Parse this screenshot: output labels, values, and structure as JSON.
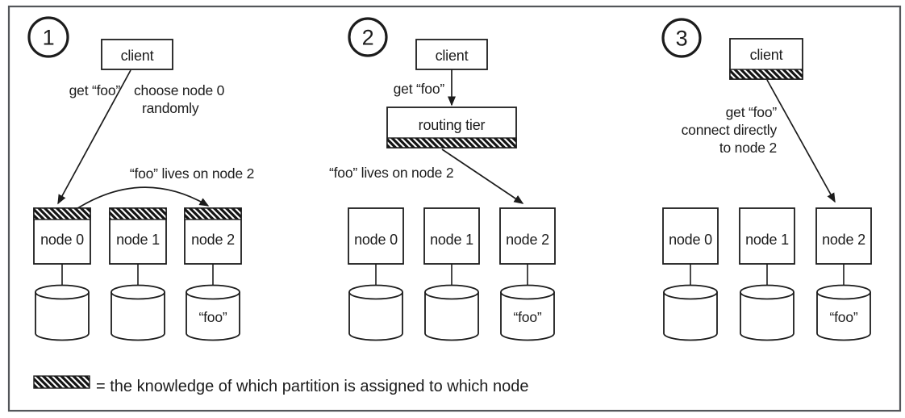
{
  "figure_type": "diagram",
  "legend": {
    "swatch": "diagonal-hatch",
    "text": "= the knowledge of which partition is assigned to which node"
  },
  "panels": [
    {
      "number": "1",
      "client": "client",
      "request": "get “foo”",
      "note1": "choose node 0",
      "note2": "randomly",
      "routing_note": "“foo” lives on node 2",
      "nodes": [
        "node 0",
        "node 1",
        "node 2"
      ],
      "knowledge_location": "nodes",
      "data_label": "“foo”"
    },
    {
      "number": "2",
      "client": "client",
      "request": "get “foo”",
      "router": "routing tier",
      "routing_note": "“foo” lives on node 2",
      "nodes": [
        "node 0",
        "node 1",
        "node 2"
      ],
      "knowledge_location": "routing tier",
      "data_label": "“foo”"
    },
    {
      "number": "3",
      "client": "client",
      "request": "get “foo”",
      "note1": "connect directly",
      "note2": "to node 2",
      "nodes": [
        "node 0",
        "node 1",
        "node 2"
      ],
      "knowledge_location": "client",
      "data_label": "“foo”"
    }
  ],
  "colors": {
    "stroke": "#1c1c1c",
    "border": "#53565a",
    "background": "#ffffff"
  }
}
